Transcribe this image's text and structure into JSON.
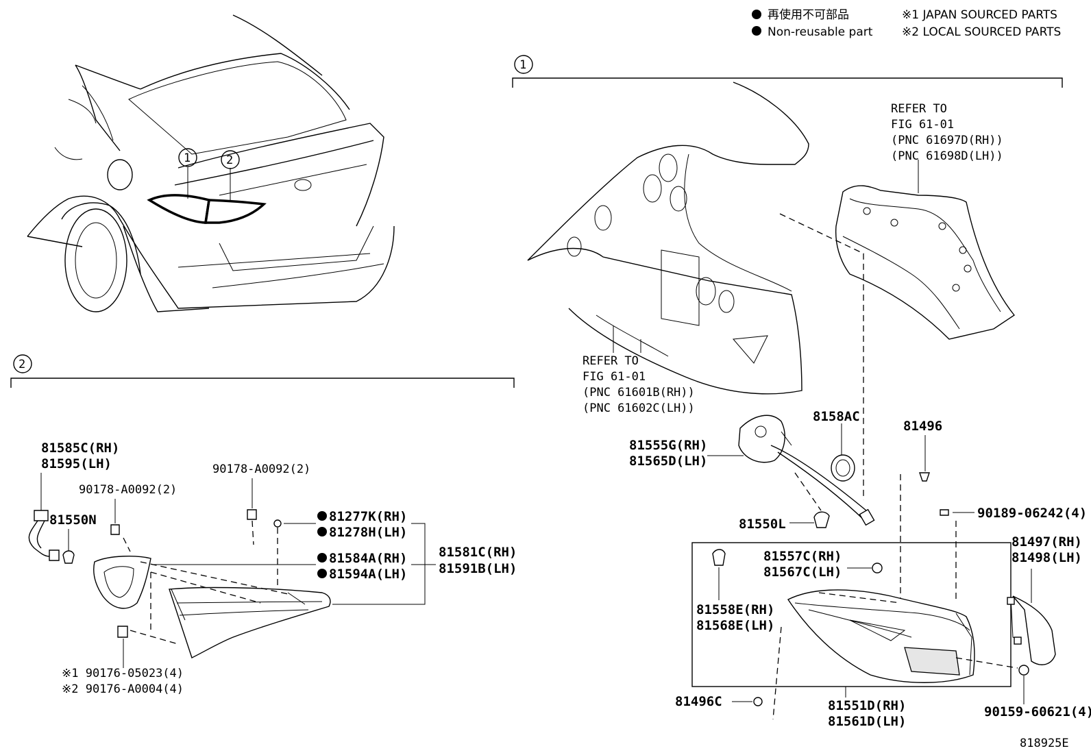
{
  "legend": {
    "nonreusable_jp": "再使用不可部品",
    "nonreusable_en": "Non-reusable part",
    "sourced_1": "※1 JAPAN SOURCED PARTS",
    "sourced_2": "※2 LOCAL SOURCED PARTS"
  },
  "callouts": {
    "one": "1",
    "two": "2"
  },
  "refer_upper": {
    "l1": "REFER TO",
    "l2": "FIG 61-01",
    "l3": "(PNC 61697D(RH))",
    "l4": "(PNC 61698D(LH))"
  },
  "refer_lower": {
    "l1": "REFER TO",
    "l2": "FIG 61-01",
    "l3": "(PNC 61601B(RH))",
    "l4": "(PNC 61602C(LH))"
  },
  "parts": {
    "p8158AC": "8158AC",
    "p81496": "81496",
    "p81555G": "81555G(RH)",
    "p81565D": "81565D(LH)",
    "p81550L": "81550L",
    "p90189": "90189-06242(4)",
    "p81497": "81497(RH)",
    "p81498": "81498(LH)",
    "p81557C": "81557C(RH)",
    "p81567C": "81567C(LH)",
    "p81558E": "81558E(RH)",
    "p81568E": "81568E(LH)",
    "p81496C": "81496C",
    "p81551D": "81551D(RH)",
    "p81561D": "81561D(LH)",
    "p90159": "90159-60621(4)",
    "p81585C": "81585C(RH)",
    "p81595": "81595(LH)",
    "p90178a": "90178-A0092(2)",
    "p90178b": "90178-A0092(2)",
    "p81550N": "81550N",
    "p81277K": "81277K(RH)",
    "p81278H": "81278H(LH)",
    "p81584A": "81584A(RH)",
    "p81594A": "81594A(LH)",
    "p81581C": "81581C(RH)",
    "p81591B": "81591B(LH)",
    "p90176a": "※1 90176-05023(4)",
    "p90176b": "※2 90176-A0004(4)"
  },
  "figure_id": "818925E"
}
